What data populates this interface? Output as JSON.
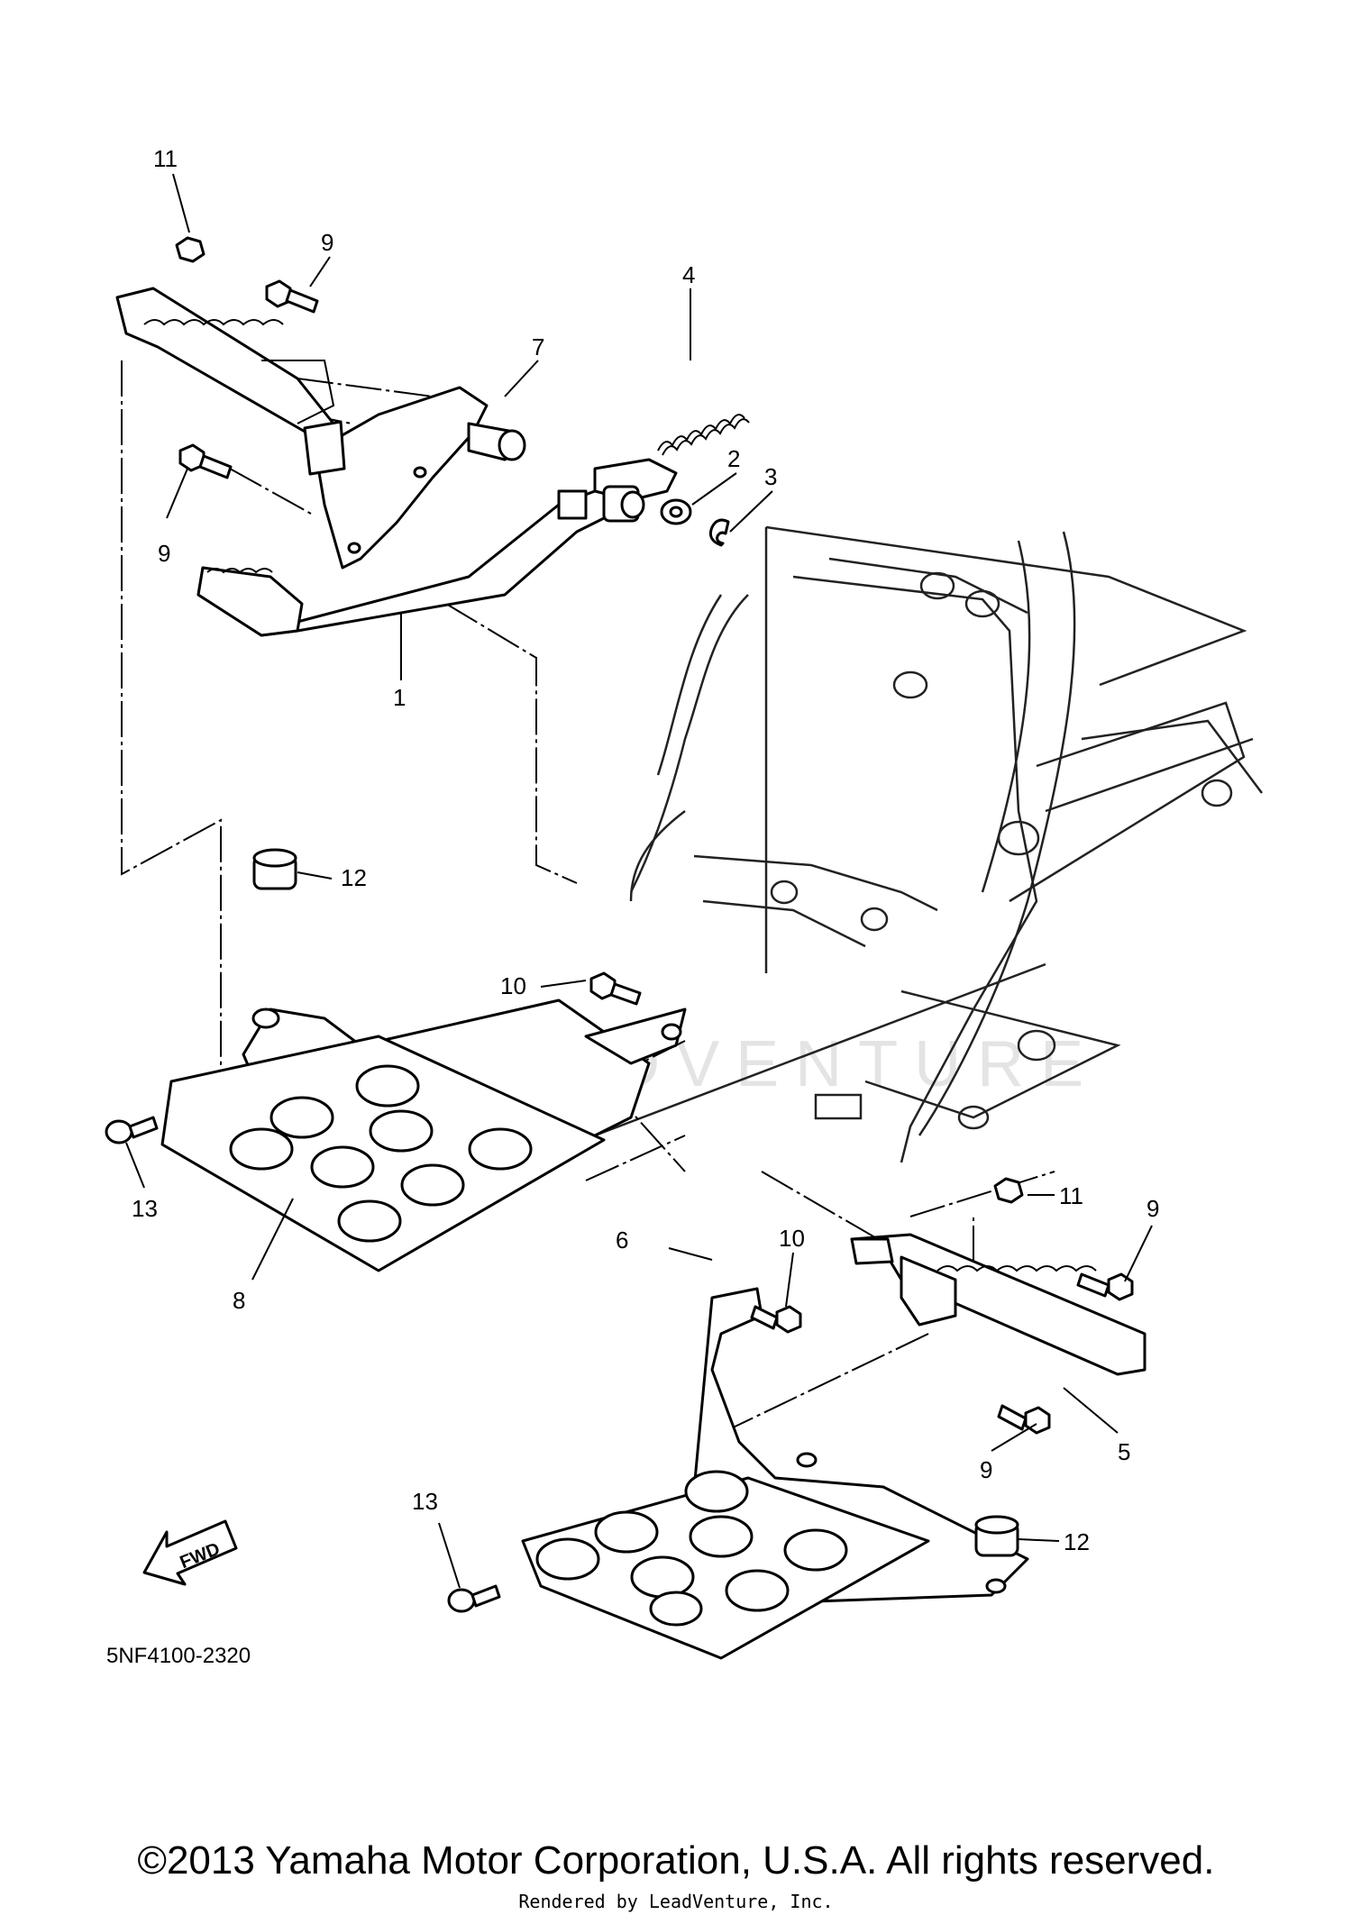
{
  "diagram": {
    "watermark_text": "LEADVENTURE",
    "fwd_label": "FWD",
    "ref_code": "5NF4100-2320",
    "copyright": "©2013 Yamaha Motor Corporation, U.S.A. All rights reserved.",
    "rendered_by": "Rendered by LeadVenture, Inc.",
    "callouts": {
      "c1": "1",
      "c2": "2",
      "c3": "3",
      "c4": "4",
      "c5": "5",
      "c6": "6",
      "c7": "7",
      "c8": "8",
      "c9a": "9",
      "c9b": "9",
      "c9c": "9",
      "c9d": "9",
      "c10a": "10",
      "c10b": "10",
      "c11a": "11",
      "c11b": "11",
      "c12a": "12",
      "c12b": "12",
      "c13a": "13",
      "c13b": "13"
    }
  }
}
